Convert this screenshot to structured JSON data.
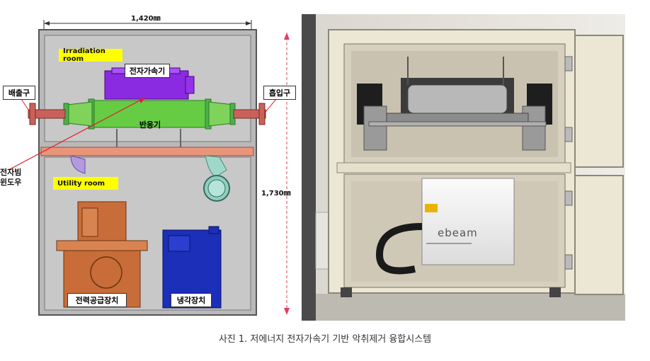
{
  "diagram": {
    "width_label": "1,420㎜",
    "height_label": "1,730㎜",
    "irradiation_room": "Irradiation room",
    "utility_room": "Utility room",
    "accelerator": "전자가속기",
    "reactor": "반응기",
    "exhaust": "배출구",
    "intake": "흡입구",
    "window_line1": "전자빔",
    "window_line2": "윈도우",
    "power_supply": "전력공급장치",
    "cooler": "냉각장치"
  },
  "photo": {
    "brand": "ebeam"
  },
  "caption": "사진 1. 저에너지 전자가속기 기반 악취제거 융합시스템"
}
